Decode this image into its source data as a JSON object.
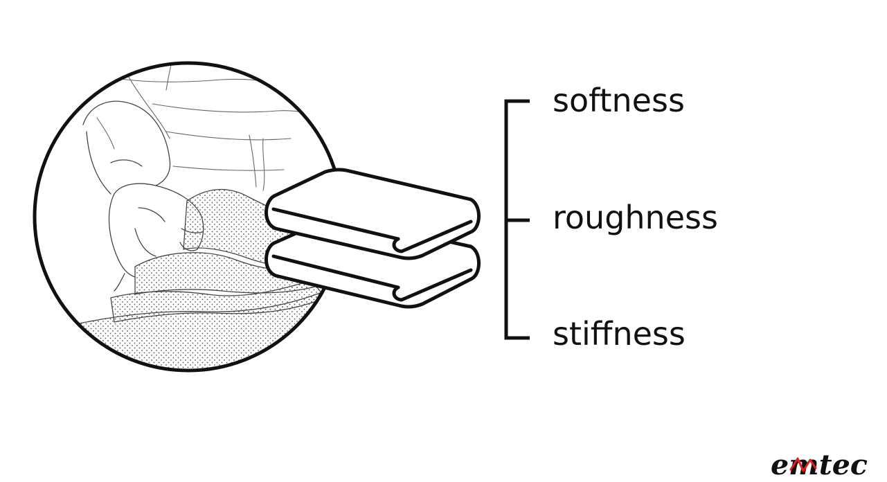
{
  "properties": [
    {
      "label": "softness"
    },
    {
      "label": "roughness"
    },
    {
      "label": "stiffness"
    }
  ],
  "illustration": {
    "circle_scene": "hand feeling textured paper tissue",
    "object": "stack of two folded towels"
  },
  "logo": {
    "text": "emtec",
    "accent_color": "#e0201c"
  },
  "colors": {
    "ink": "#111111",
    "background": "#ffffff"
  }
}
